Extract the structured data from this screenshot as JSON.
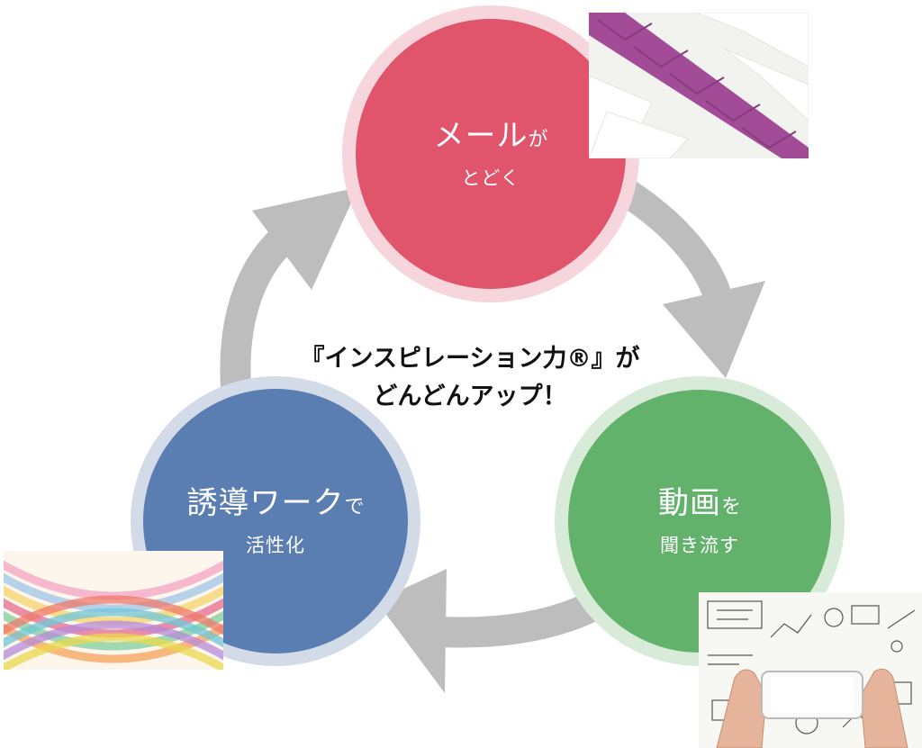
{
  "nodes": {
    "mail": {
      "title_main": "メール",
      "title_suffix": "が",
      "subtitle": "とどく"
    },
    "video": {
      "title_main": "動画",
      "title_suffix": "を",
      "subtitle": "聞き流す"
    },
    "work": {
      "title_main": "誘導ワーク",
      "title_suffix": "で",
      "subtitle": "活性化"
    }
  },
  "center": {
    "line1": "『インスピレーション力®』が",
    "line2": "どんどんアップ！"
  },
  "colors": {
    "mail": "#e0556b",
    "video": "#62b26c",
    "work": "#5a7db2",
    "arrow": "#bdbdbd"
  },
  "icons": {
    "mail_photo": "envelopes-photo",
    "work_photo": "watercolor-waves-photo",
    "video_photo": "hands-smartphone-sketch-photo"
  }
}
